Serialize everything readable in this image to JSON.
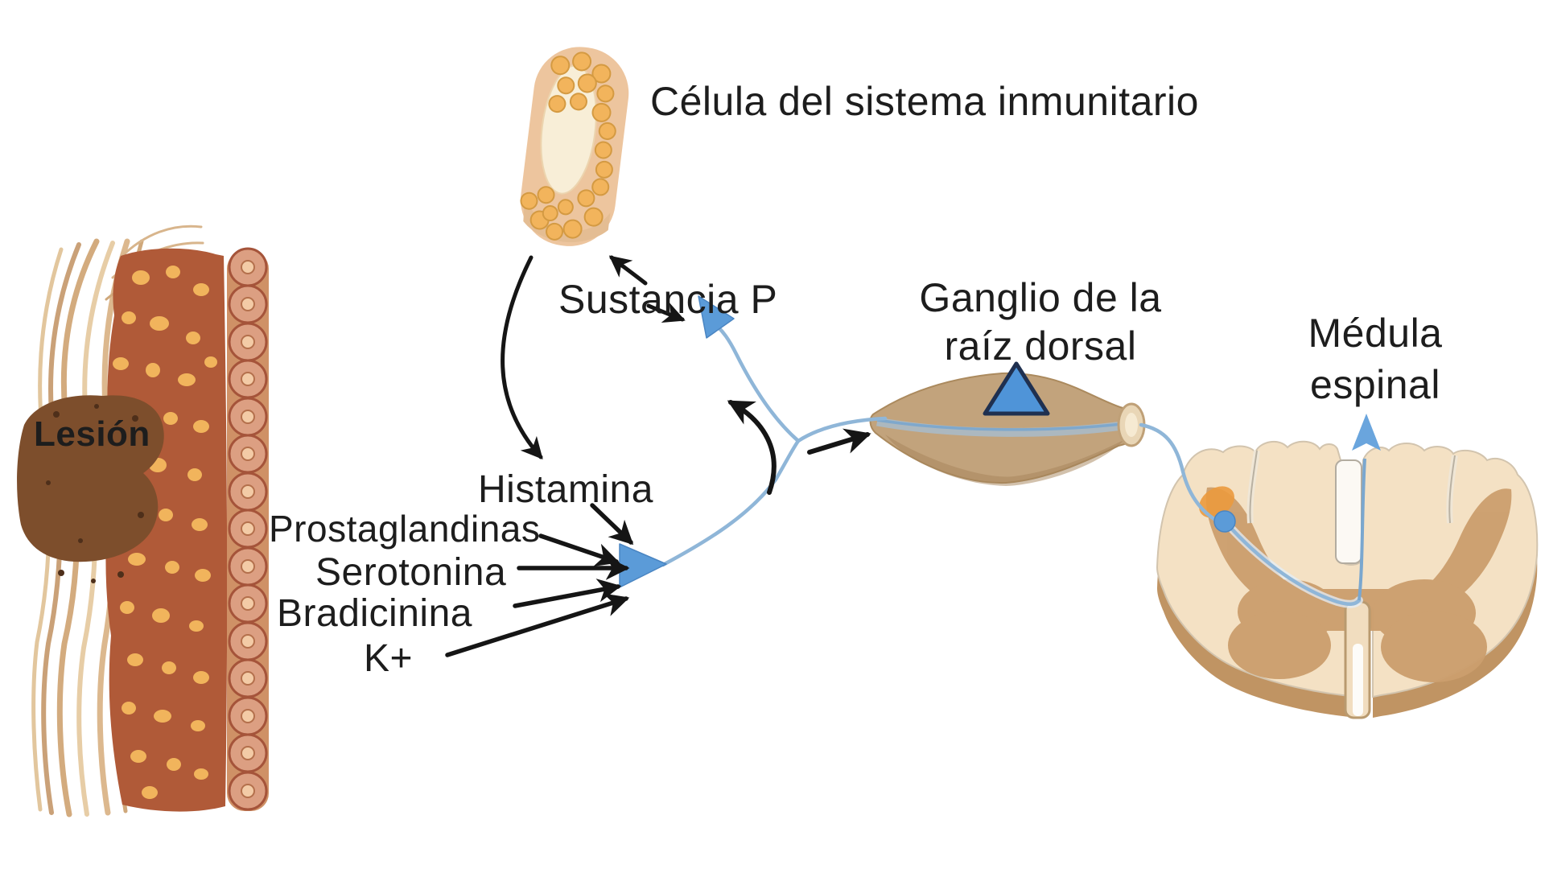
{
  "diagram": {
    "labels": {
      "immune_cell": "Célula del sistema inmunitario",
      "substance_p": "Sustancia P",
      "dorsal_root_ganglion": [
        "Ganglio de la",
        "raíz dorsal"
      ],
      "spinal_cord": [
        "Médula",
        "espinal"
      ],
      "mediators": {
        "histamine": "Histamina",
        "prostaglandins": "Prostaglandinas",
        "serotonin": "Serotonina",
        "bradykinin": "Bradicinina",
        "potassium": "K+"
      },
      "lesion": "Lesión"
    },
    "colors": {
      "background": "#ffffff",
      "text": "#1d1d1d",
      "arrow_black": "#151515",
      "nerve_fiber_blue": "#8fb6d8",
      "terminal_blue": "#5b9bd8",
      "ganglion_triangle_blue": "#4f94d8",
      "immune_cell_body": "#edc59e",
      "immune_cell_granule": "#f2b45c",
      "dermis_red": "#b05a38",
      "dermis_spot": "#f1b45c",
      "epidermis_cell": "#dc9f82",
      "fiber_strand": "#d8b58c",
      "lesion_brown": "#7d4e2c",
      "ganglion_tan": "#c2a37c",
      "cord_cream": "#f4e1c4",
      "cord_gray_matter": "#cc9f6e"
    }
  }
}
